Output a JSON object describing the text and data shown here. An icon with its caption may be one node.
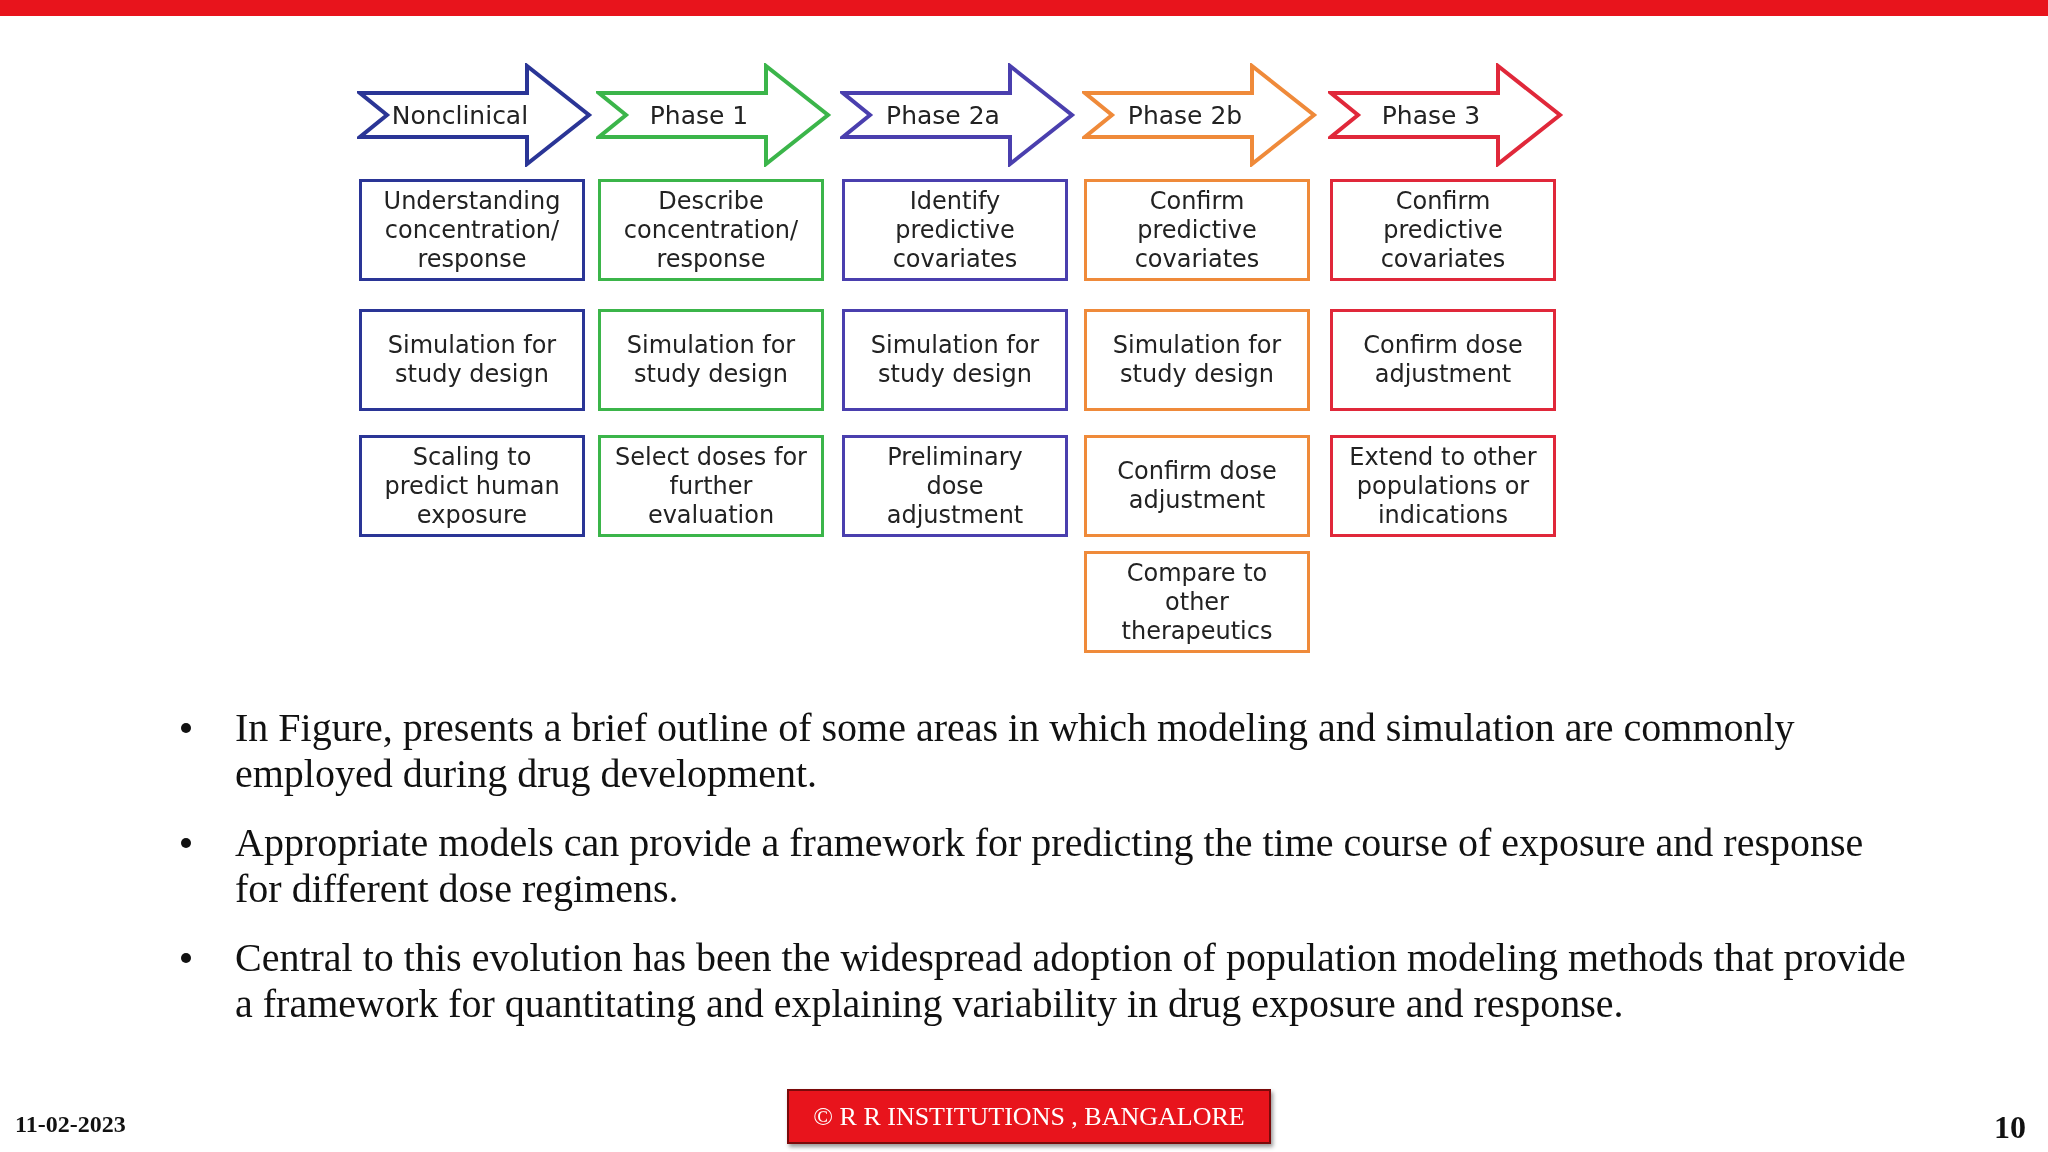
{
  "diagram": {
    "nodes": [
      {
        "text": [
          "Nonclinical"
        ]
      },
      {
        "text": [
          "Phase 1"
        ]
      },
      {
        "text": [
          "Phase 2a"
        ]
      },
      {
        "text": [
          "Phase 2b"
        ]
      },
      {
        "text": [
          "Phase 3"
        ]
      },
      {
        "text": [
          "Understanding concentration/ response"
        ]
      },
      {
        "text": [
          "Describe concentration/ response"
        ]
      },
      {
        "text": [
          "Identify predictive covariates"
        ]
      },
      {
        "text": [
          "Confirm predictive covariates"
        ]
      },
      {
        "text": [
          "Confirm predictive covariates"
        ]
      },
      {
        "text": [
          "Simulation for study design"
        ]
      },
      {
        "text": [
          "Simulation for study design"
        ]
      },
      {
        "text": [
          "Simulation for study design"
        ]
      },
      {
        "text": [
          "Simulation for study design"
        ]
      },
      {
        "text": [
          "Confirm dose adjustment"
        ]
      },
      {
        "text": [
          "Scaling to predict human exposure"
        ]
      },
      {
        "text": [
          "Select doses for further evaluation"
        ]
      },
      {
        "text": [
          "Preliminary dose adjustment"
        ]
      },
      {
        "text": [
          "Confirm dose adjustment"
        ]
      },
      {
        "text": [
          "Extend to other populations or indications"
        ]
      },
      {
        "text": [
          "Compare to other therapeutics"
        ]
      }
    ],
    "edges": [],
    "labels": [
      "In Figure, presents a brief outline of some areas in which modeling and simulation are commonly employed during drug development.",
      "Appropriate models can provide a framework for predicting the time course of exposure and response for different dose regimens.",
      "Central to this evolution has been the widespread adoption of population modeling methods that provide a framework for quantitating and explaining variability in drug exposure and response.",
      "11-02-2023",
      "© R R INSTITUTIONS , BANGALORE",
      "10"
    ]
  }
}
